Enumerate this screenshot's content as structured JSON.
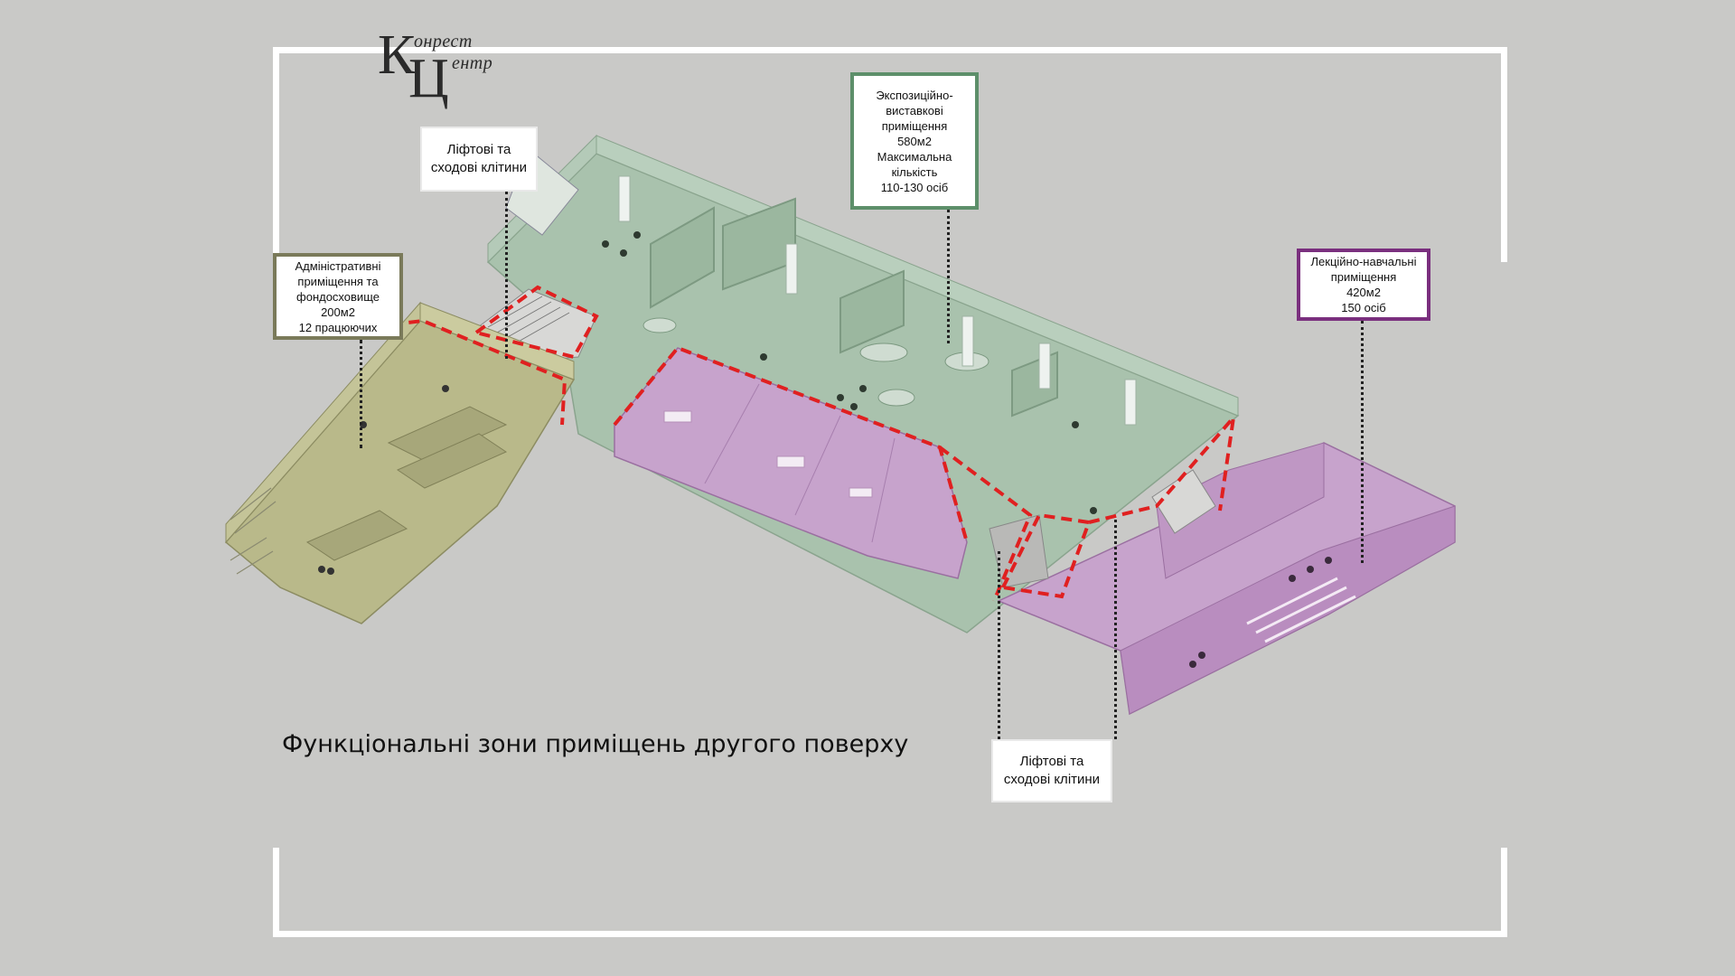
{
  "logo": {
    "text_line1": "онрест",
    "text_line2": "ентр",
    "letters": "КЦ"
  },
  "callouts": {
    "lifts_top": "Ліфтові та\nсходові клітини",
    "admin": "Адміністративні\nприміщення та\nфондосховище\n200м2\n12 працюючих",
    "expo": "Экспозиційно-\nвиставкові\nприміщення\n580м2\nМаксимальна\nкількість\n110-130 осіб",
    "lecture": "Лекційно-навчальні\nприміщення\n420м2\n150 осіб",
    "lifts_bottom": "Ліфтові та\nсходові клітини"
  },
  "caption": "Функціональні зони приміщень другого поверху",
  "colors": {
    "background": "#c9c9c7",
    "admin_zone": "#b9b98a",
    "expo_zone": "#a9c2ad",
    "lecture_zone": "#c7a3cc",
    "highlight_dash": "#e02020"
  }
}
